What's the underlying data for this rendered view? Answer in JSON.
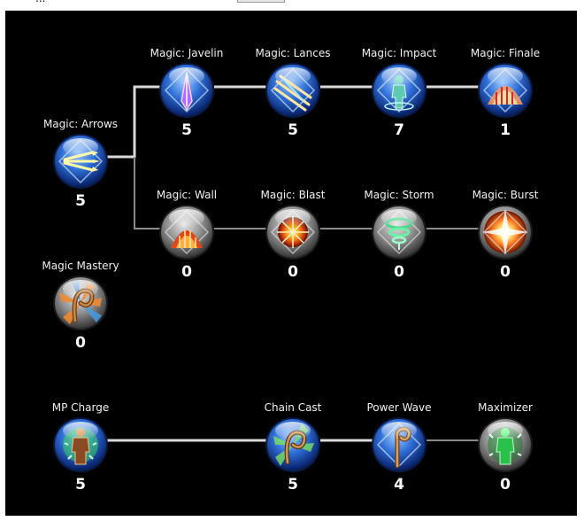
{
  "top_strip": {
    "text": "...",
    "button_label": ""
  },
  "skills": {
    "arrows": {
      "name": "Magic: Arrows",
      "level": "5"
    },
    "javelin": {
      "name": "Magic: Javelin",
      "level": "5"
    },
    "lances": {
      "name": "Magic: Lances",
      "level": "5"
    },
    "impact": {
      "name": "Magic: Impact",
      "level": "7"
    },
    "finale": {
      "name": "Magic: Finale",
      "level": "1"
    },
    "wall": {
      "name": "Magic: Wall",
      "level": "0"
    },
    "blast": {
      "name": "Magic: Blast",
      "level": "0"
    },
    "storm": {
      "name": "Magic: Storm",
      "level": "0"
    },
    "burst": {
      "name": "Magic: Burst",
      "level": "0"
    },
    "mastery": {
      "name": "Magic Mastery",
      "level": "0"
    },
    "mpcharge": {
      "name": "MP Charge",
      "level": "5"
    },
    "chain": {
      "name": "Chain Cast",
      "level": "5"
    },
    "wave": {
      "name": "Power Wave",
      "level": "4"
    },
    "maxim": {
      "name": "Maximizer",
      "level": "0"
    }
  },
  "colors": {
    "panel": "#000000",
    "link_active": "#d9d9d9",
    "link_inactive": "#8a8a8a",
    "orb_blue": "#2f6fd6",
    "orb_grey": "#8f8f8f",
    "level_text": "#ffffff"
  },
  "icons": {
    "arrows": "magic-arrows-icon",
    "javelin": "magic-javelin-icon",
    "lances": "magic-lances-icon",
    "impact": "magic-impact-icon",
    "finale": "magic-finale-icon",
    "wall": "magic-wall-icon",
    "blast": "magic-blast-icon",
    "storm": "magic-storm-icon",
    "burst": "magic-burst-icon",
    "mastery": "magic-mastery-icon",
    "mpcharge": "mp-charge-icon",
    "chain": "chain-cast-icon",
    "wave": "power-wave-icon",
    "maxim": "maximizer-icon"
  }
}
